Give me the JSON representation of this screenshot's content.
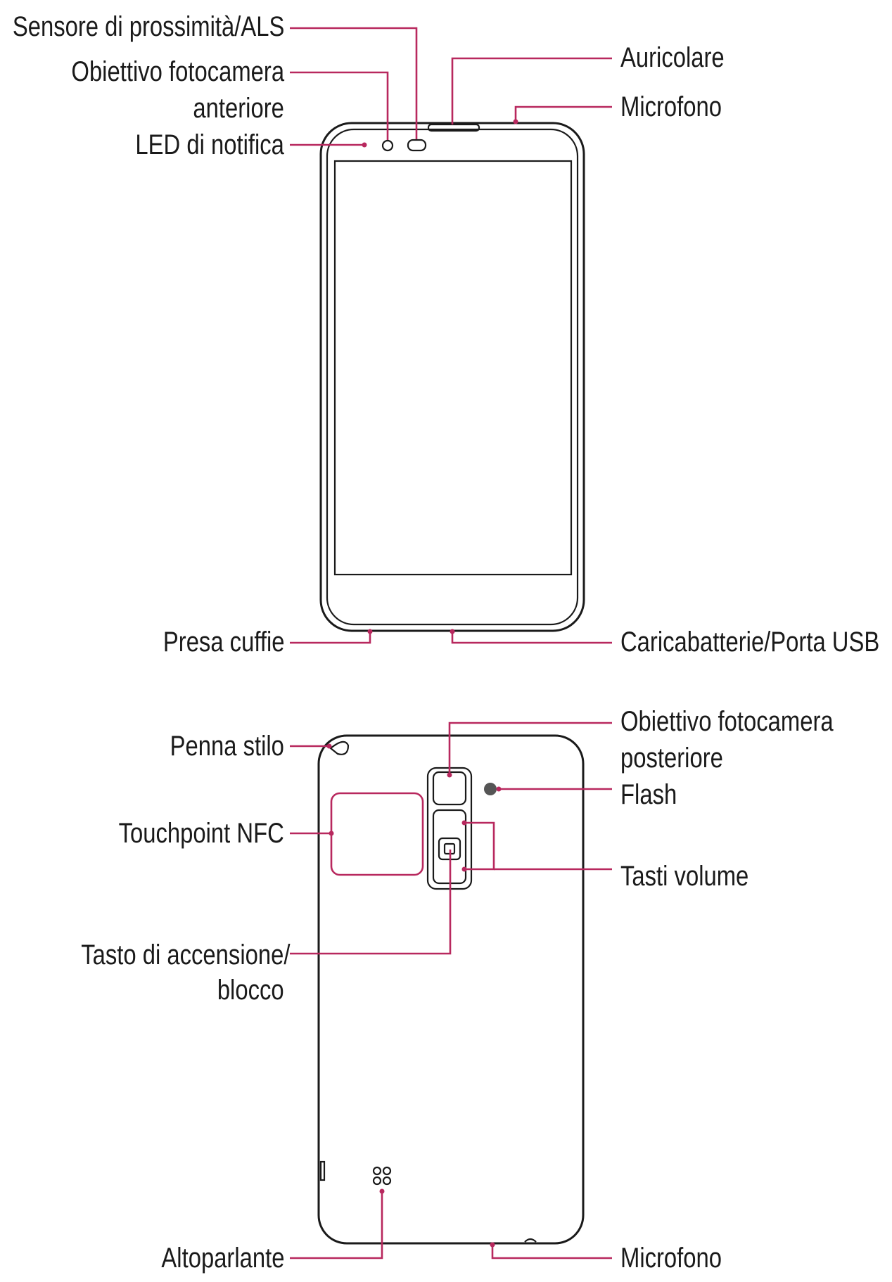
{
  "accent_color": "#b8285e",
  "front": {
    "proximity_sensor": "Sensore di prossimità/ALS",
    "front_camera_line1": "Obiettivo fotocamera",
    "front_camera_line2": "anteriore",
    "notification_led": "LED di notifica",
    "earpiece": "Auricolare",
    "microphone_top": "Microfono",
    "headset_jack": "Presa cuffie",
    "charger_usb": "Caricabatterie/Porta USB"
  },
  "back": {
    "stylus": "Penna stilo",
    "nfc": "Touchpoint NFC",
    "power_key_line1": "Tasto di accensione/",
    "power_key_line2": "blocco",
    "speaker": "Altoparlante",
    "rear_camera_line1": "Obiettivo fotocamera",
    "rear_camera_line2": "posteriore",
    "flash": "Flash",
    "volume_keys": "Tasti volume",
    "microphone_bottom": "Microfono"
  }
}
